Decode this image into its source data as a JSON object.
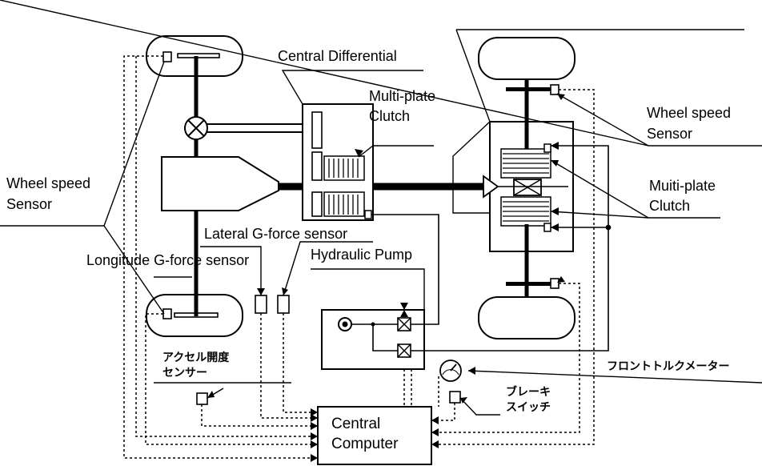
{
  "labels": {
    "central_differential": "Central Differential",
    "multi_plate_clutch_line1": "Multi-plate",
    "multi_plate_clutch_line2": "Clutch",
    "wheel_speed_left_line1": "Wheel speed",
    "wheel_speed_left_line2": "Sensor",
    "wheel_speed_right_line1": "Wheel speed",
    "wheel_speed_right_line2": "Sensor",
    "muiti_plate_clutch_line1": "Muiti-plate",
    "muiti_plate_clutch_line2": "Clutch",
    "lateral_g_sensor": "Lateral G-force sensor",
    "hydraulic_pump": "Hydraulic Pump",
    "longitude_g_sensor": "Longitude G-force sensor",
    "accelerator_line1": "アクセル開度",
    "accelerator_line2": "センサー",
    "front_torque_meter": "フロントトルクメーター",
    "brake_switch_line1": "ブレーキ",
    "brake_switch_line2": "スイッチ",
    "central_computer_line1": "Central",
    "central_computer_line2": "Computer"
  }
}
